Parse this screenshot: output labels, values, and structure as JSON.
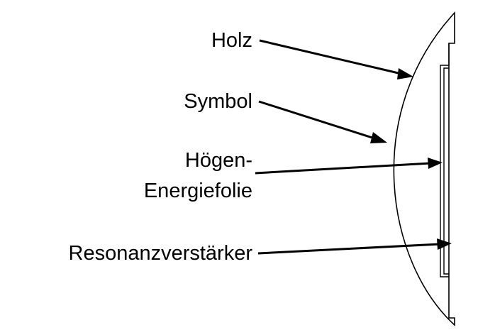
{
  "labels": {
    "holz": "Holz",
    "symbol": "Symbol",
    "hoegen_line1": "Högen-",
    "hoegen_line2": "Energiefolie",
    "resonanz": "Resonanzverstärker"
  },
  "colors": {
    "line": "#000000",
    "background": "#ffffff"
  }
}
